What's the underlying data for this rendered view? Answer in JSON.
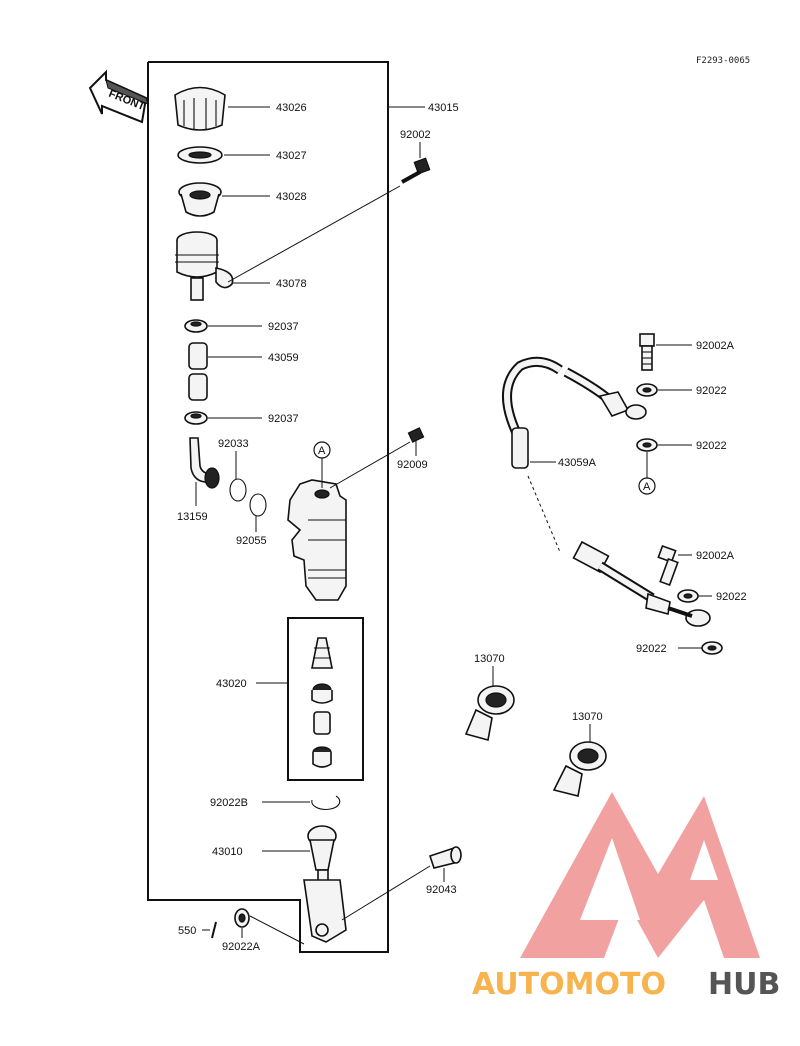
{
  "doc_code": "F2293-0065",
  "front_label": "FRONT",
  "ref_marker": "A",
  "parts": {
    "p43026": "43026",
    "p43027": "43027",
    "p43028": "43028",
    "p43015": "43015",
    "p92002": "92002",
    "p43078": "43078",
    "p92037a": "92037",
    "p43059": "43059",
    "p92037b": "92037",
    "p92033": "92033",
    "p92009": "92009",
    "p13159": "13159",
    "p92055": "92055",
    "p43020": "43020",
    "p92022B": "92022B",
    "p43010": "43010",
    "p92043": "92043",
    "p550": "550",
    "p92022A_low": "92022A",
    "p92002A_top": "92002A",
    "p92022_1": "92022",
    "p43059A": "43059A",
    "p92022_2": "92022",
    "p92002A_mid": "92002A",
    "p92022_3": "92022",
    "p92022_4": "92022",
    "p13070_a": "13070",
    "p13070_b": "13070"
  },
  "watermark": {
    "brand_part1": "AUTOMOTO",
    "brand_part2": "HUB",
    "brand_color1": "#f7b34d",
    "brand_color2": "#555555",
    "logo_color": "#f08a8a"
  }
}
